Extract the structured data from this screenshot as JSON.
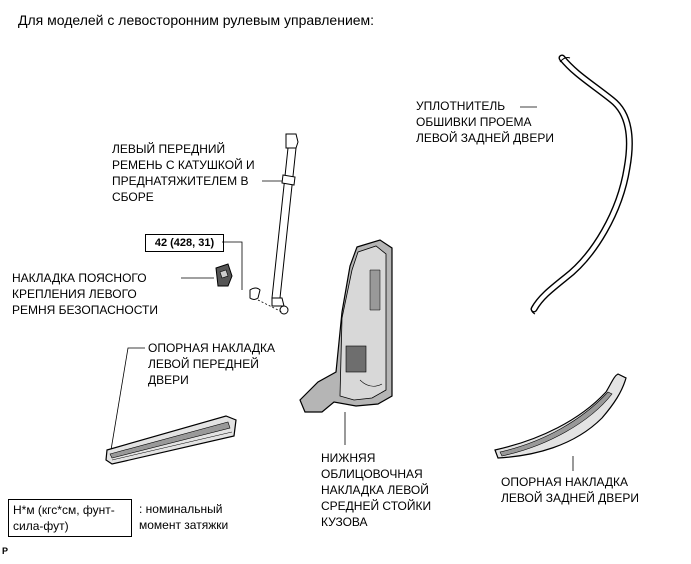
{
  "header": "Для моделей с левосторонним рулевым управлением:",
  "labels": {
    "seat_belt": "ЛЕВЫЙ ПЕРЕДНИЙ\nРЕМЕНЬ С КАТУШКОЙ И\nПРЕДНАТЯЖИТЕЛЕМ В\nСБОРЕ",
    "weatherstrip": "УПЛОТНИТЕЛЬ\nОБШИВКИ ПРОЕМА\nЛЕВОЙ ЗАДНЕЙ ДВЕРИ",
    "torque": "42 (428, 31)",
    "belt_cover": "НАКЛАДКА ПОЯСНОГО\nКРЕПЛЕНИЯ ЛЕВОГО\nРЕМНЯ БЕЗОПАСНОСТИ",
    "front_scuff": "ОПОРНАЯ НАКЛАДКА\nЛЕВОЙ ПЕРЕДНЕЙ\nДВЕРИ",
    "pillar_trim": "НИЖНЯЯ\nОБЛИЦОВОЧНАЯ\nНАКЛАДКА ЛЕВОЙ\nСРЕДНЕЙ СТОЙКИ\nКУЗОВА",
    "rear_scuff": "ОПОРНАЯ НАКЛАДКА\nЛЕВОЙ ЗАДНЕЙ ДВЕРИ"
  },
  "legend": {
    "box": "Н*м (кгс*см, фунт-\nсила-фут)",
    "desc": ": номинальный\nмомент затяжки"
  },
  "code": "P"
}
